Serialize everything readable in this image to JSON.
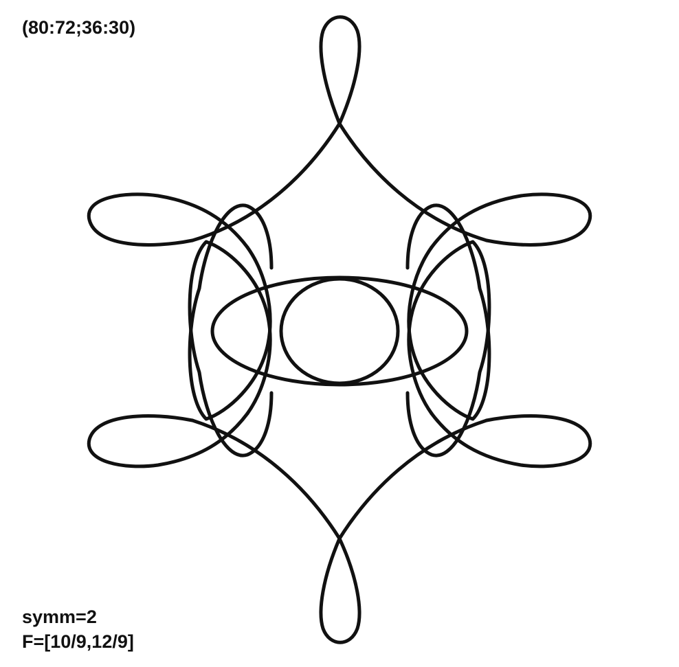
{
  "header": {
    "params_label": "(80:72;36:30)"
  },
  "footer": {
    "symmetry_label": "symm=2",
    "frequencies_label": "F=[10/9,12/9]"
  },
  "figure": {
    "stroke_color": "#111111",
    "background_color": "#ffffff"
  }
}
